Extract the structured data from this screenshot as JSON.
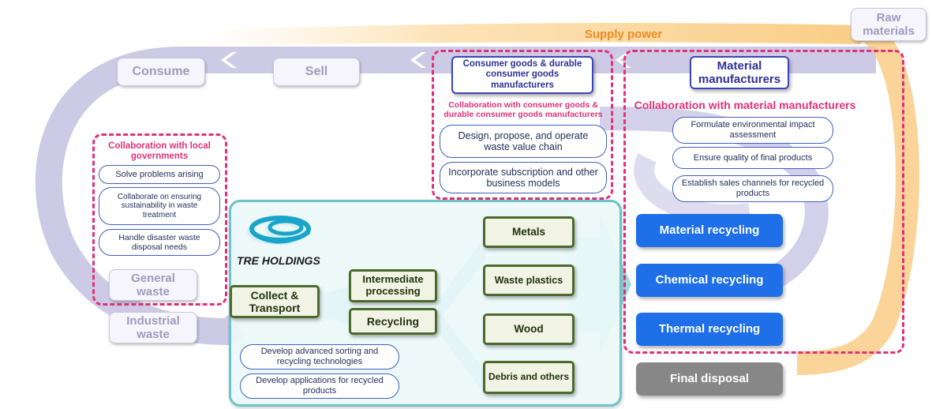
{
  "supply_power": "Supply power",
  "raw_materials": "Raw materials",
  "cycle_stages": {
    "consume": "Consume",
    "sell": "Sell",
    "general_waste": "General waste",
    "industrial_waste": "Industrial waste"
  },
  "consumer_goods": {
    "title": "Consumer goods & durable consumer goods manufacturers",
    "collab_heading": "Collaboration with consumer goods & durable consumer goods manufacturers",
    "items": [
      "Design, propose, and operate waste value chain",
      "Incorporate subscription and other business models"
    ]
  },
  "material_mfr": {
    "title": "Material manufacturers",
    "collab_heading": "Collaboration with material manufacturers",
    "items": [
      "Formulate environmental impact assessment",
      "Ensure quality of final products",
      "Establish sales channels for recycled products"
    ]
  },
  "local_gov": {
    "heading": "Collaboration with local governments",
    "items": [
      "Solve problems arising",
      "Collaborate on ensuring sustainability in waste treatment",
      "Handle disaster waste disposal needs"
    ]
  },
  "tre": {
    "logo_text": "TRE HOLDINGS",
    "collect": "Collect & Transport",
    "intermediate": "Intermediate processing",
    "recycling": "Recycling",
    "outputs": [
      "Metals",
      "Waste plastics",
      "Wood",
      "Debris and others"
    ],
    "items": [
      "Develop advanced sorting and recycling technologies",
      "Develop applications for recycled products"
    ]
  },
  "recycling_types": [
    "Material recycling",
    "Chemical recycling",
    "Thermal recycling"
  ],
  "final_disposal": "Final disposal",
  "colors": {
    "pink_dash": "#e0317a",
    "lavender_arrow": "#b3b0d9",
    "orange_arrow": "#f8c675",
    "teal": "#6cc3c9",
    "blue_button": "#1e6fe8",
    "green_border": "#4b6b2c"
  }
}
